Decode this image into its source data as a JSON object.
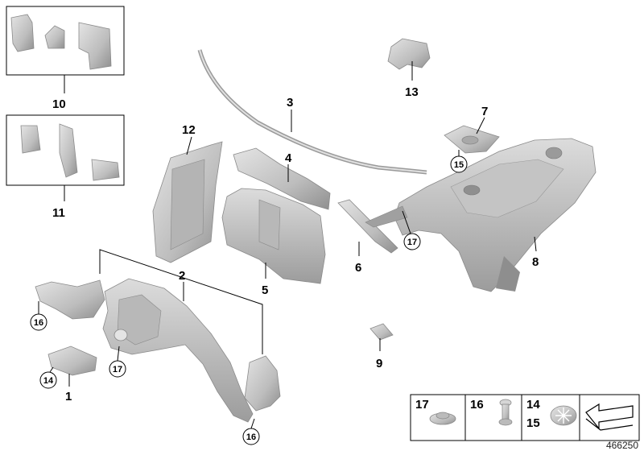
{
  "callouts": {
    "c1": "1",
    "c2": "2",
    "c3": "3",
    "c4": "4",
    "c5": "5",
    "c6": "6",
    "c7": "7",
    "c8": "8",
    "c9": "9",
    "c10": "10",
    "c11": "11",
    "c12": "12",
    "c13": "13",
    "c14": "14",
    "c15": "15",
    "c16": "16",
    "c17": "17"
  },
  "circled": {
    "c15_plate": "15",
    "c16_left": "16",
    "c16_bottom": "16",
    "c14_plate": "14",
    "c17_left": "17",
    "c17_right": "17"
  },
  "legend": {
    "k17": "17",
    "k16": "16",
    "k14": "14",
    "k15": "15"
  },
  "doc_number": "466250",
  "colors": {
    "part_fill": "#c9c9c9",
    "part_shadow": "#9a9a9a",
    "part_light": "#e6e6e6",
    "line": "#000000"
  }
}
